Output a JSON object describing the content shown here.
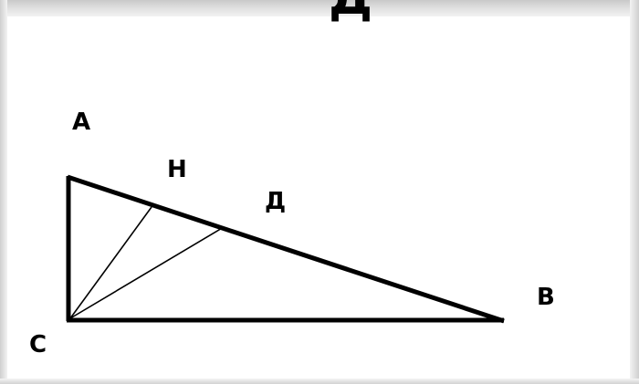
{
  "slide": {
    "title_fragment": "Д"
  },
  "diagram": {
    "type": "right-triangle",
    "labels": {
      "A": "A",
      "B": "B",
      "C": "C",
      "H": "H",
      "D": "Д"
    },
    "segments": [
      "AC",
      "CB",
      "AB",
      "CH",
      "CД"
    ],
    "right_angle_at": "C",
    "colors": {
      "stroke": "#000000",
      "background": "#ffffff"
    }
  }
}
